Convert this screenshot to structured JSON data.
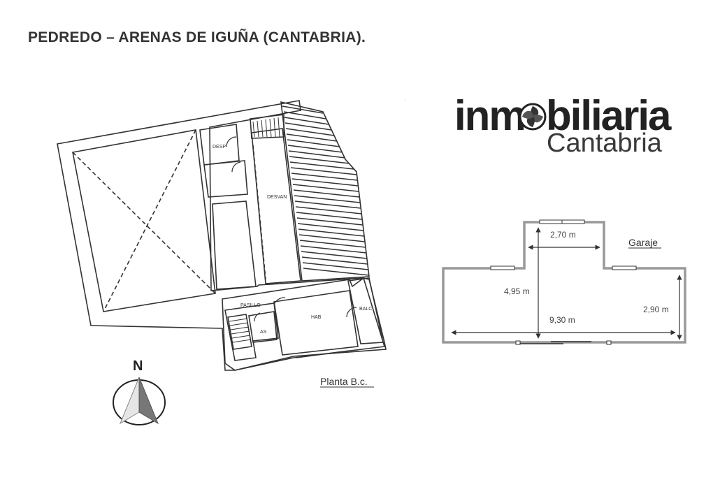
{
  "header": {
    "title": "PEDREDO  – ARENAS  DE  IGUÑA  (CANTABRIA)."
  },
  "logo": {
    "word_top_start": "inm",
    "word_top_end": "biliaria",
    "word_bottom": "Cantabria",
    "icon": "swirl-icon"
  },
  "plan_left": {
    "rooms": {
      "desp": "DESP",
      "desvan": "DESVAN",
      "pasillo": "PASILLO",
      "as": "AS",
      "hab": "HAB",
      "balc": "BALC"
    },
    "caption": "Planta B.c."
  },
  "plan_garage": {
    "label": "Garaje",
    "dim_top_width": "2,70 m",
    "dim_depth": "4,95 m",
    "dim_total_width": "9,30 m",
    "dim_side_height": "2,90 m"
  },
  "compass": {
    "letter": "N",
    "icon": "north-arrow-icon"
  },
  "colors": {
    "title_text": "#333333",
    "plan_line": "#333333",
    "garage_wall": "#999999"
  }
}
